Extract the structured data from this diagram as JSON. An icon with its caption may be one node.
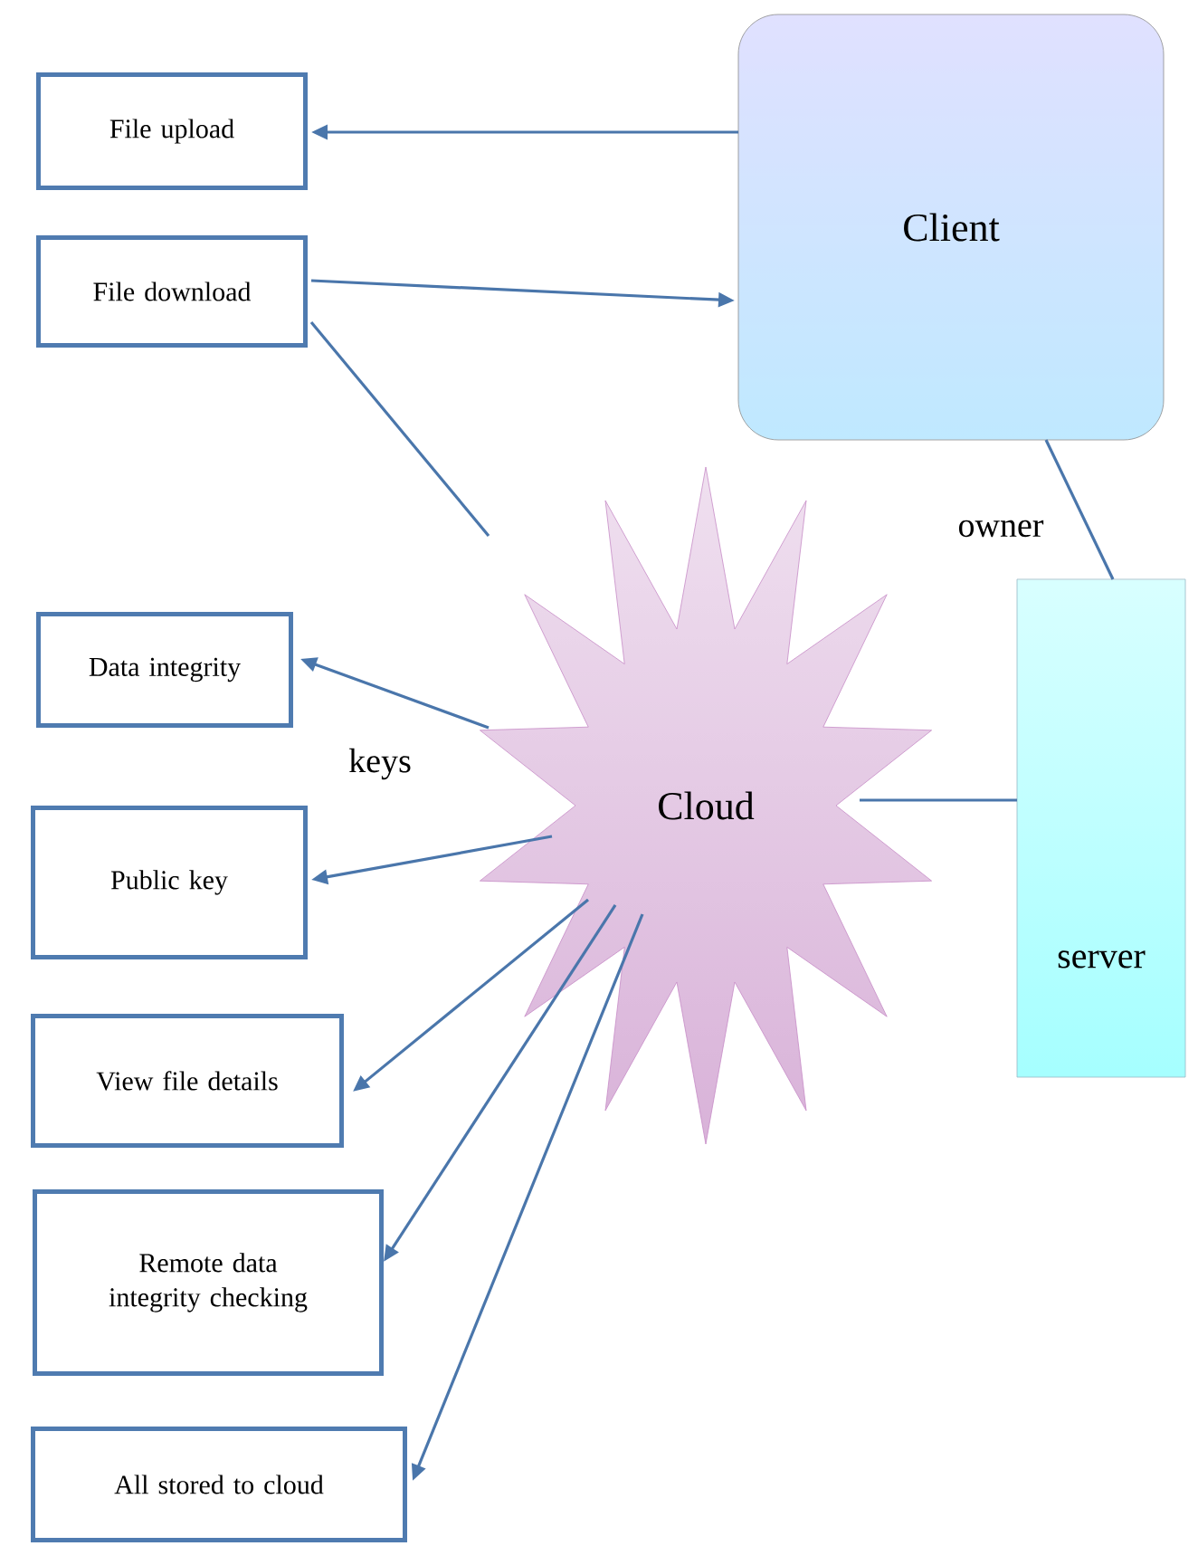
{
  "diagram": {
    "nodes": [
      {
        "text": [
          "File upload"
        ]
      },
      {
        "text": [
          "File download"
        ]
      },
      {
        "text": [
          "Client"
        ]
      },
      {
        "text": [
          "Data integrity"
        ]
      },
      {
        "text": [
          "Public key"
        ]
      },
      {
        "text": [
          "View file details"
        ]
      },
      {
        "text": [
          "Remote data integrity checking"
        ]
      },
      {
        "text": [
          "All stored to cloud"
        ]
      },
      {
        "text": [
          "Cloud"
        ]
      },
      {
        "text": [
          "server"
        ]
      }
    ],
    "edges": [
      {
        "from": 2,
        "to": 0,
        "arrow": "to"
      },
      {
        "from": 1,
        "to": 2,
        "arrow": "to"
      },
      {
        "from": 1,
        "to": 8,
        "arrow": "none"
      },
      {
        "from": 8,
        "to": 3,
        "arrow": "to"
      },
      {
        "from": 8,
        "to": 4,
        "arrow": "to"
      },
      {
        "from": 8,
        "to": 5,
        "arrow": "to"
      },
      {
        "from": 8,
        "to": 6,
        "arrow": "to"
      },
      {
        "from": 8,
        "to": 7,
        "arrow": "to"
      },
      {
        "from": 8,
        "to": 9,
        "arrow": "none"
      },
      {
        "from": 2,
        "to": 9,
        "arrow": "none",
        "label": "owner"
      }
    ],
    "labels": [
      "keys"
    ]
  }
}
